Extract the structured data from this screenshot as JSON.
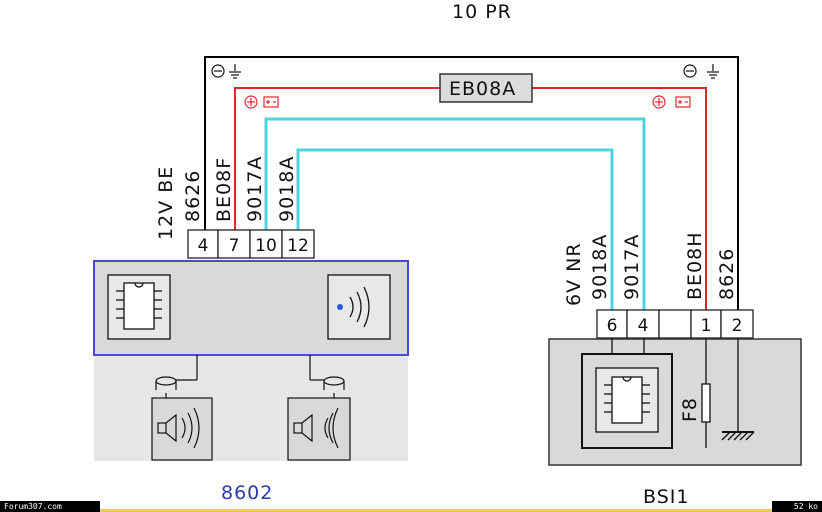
{
  "header": {
    "title": "10 PR"
  },
  "fuse_box": {
    "label": "EB08A"
  },
  "left_connector": {
    "label": "12V BE",
    "wires": [
      "8626",
      "BE08F",
      "9017A",
      "9018A"
    ],
    "pins": [
      "4",
      "7",
      "10",
      "12"
    ]
  },
  "right_connector": {
    "label": "6V NR",
    "wires": [
      "9018A",
      "9017A",
      "BE08H",
      "8626"
    ],
    "pins": [
      "6",
      "4",
      "",
      "1",
      "2"
    ]
  },
  "components": {
    "left": "8602",
    "right": "BSI1",
    "fuse": "F8"
  },
  "colors": {
    "ground": "#000000",
    "power": "#e0262c",
    "signal": "#4dd4e0",
    "module_border": "#4a4ad0",
    "module_fill": "#d9d9d9",
    "label_blue": "#2a3ab0"
  },
  "footer": {
    "site": "Forum307.com",
    "size": "52 ko"
  }
}
